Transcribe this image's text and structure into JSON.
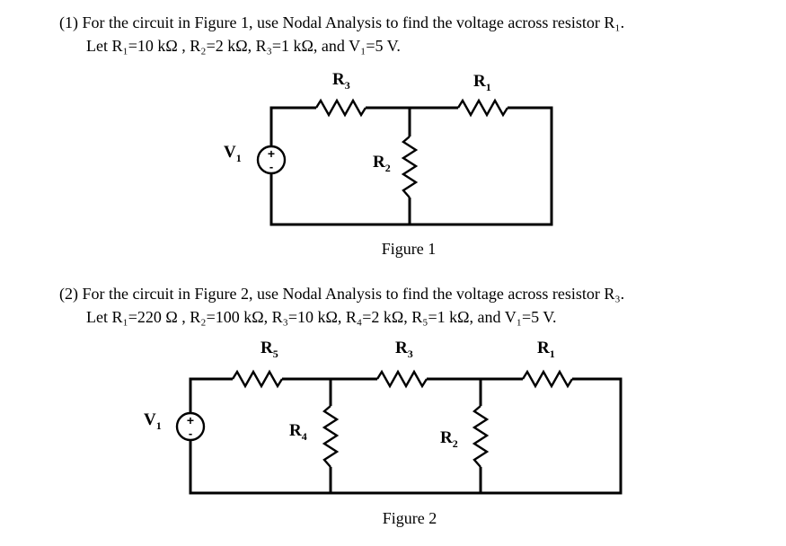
{
  "problem1": {
    "line1": "(1) For the circuit in Figure 1, use Nodal Analysis to find the voltage across resistor R₁.",
    "line2": "Let R₁=10 kΩ , R₂=2 kΩ, R₃=1 kΩ, and V₁=5 V."
  },
  "figure1": {
    "caption": "Figure 1",
    "labels": {
      "r3": "R",
      "r3_sub": "3",
      "r1": "R",
      "r1_sub": "1",
      "r2": "R",
      "r2_sub": "2",
      "v1": "V",
      "v1_sub": "1"
    },
    "source_plus": "+",
    "source_minus": "-"
  },
  "problem2": {
    "line1": "(2) For the circuit in Figure 2, use Nodal Analysis to find the voltage across resistor R₃.",
    "line2": "Let R₁=220 Ω , R₂=100 kΩ, R₃=10 kΩ, R₄=2 kΩ, R₅=1 kΩ, and V₁=5 V."
  },
  "figure2": {
    "caption": "Figure 2",
    "labels": {
      "r5": "R",
      "r5_sub": "5",
      "r3": "R",
      "r3_sub": "3",
      "r1": "R",
      "r1_sub": "1",
      "r4": "R",
      "r4_sub": "4",
      "r2": "R",
      "r2_sub": "2",
      "v1": "V",
      "v1_sub": "1"
    },
    "source_plus": "+",
    "source_minus": "-"
  }
}
